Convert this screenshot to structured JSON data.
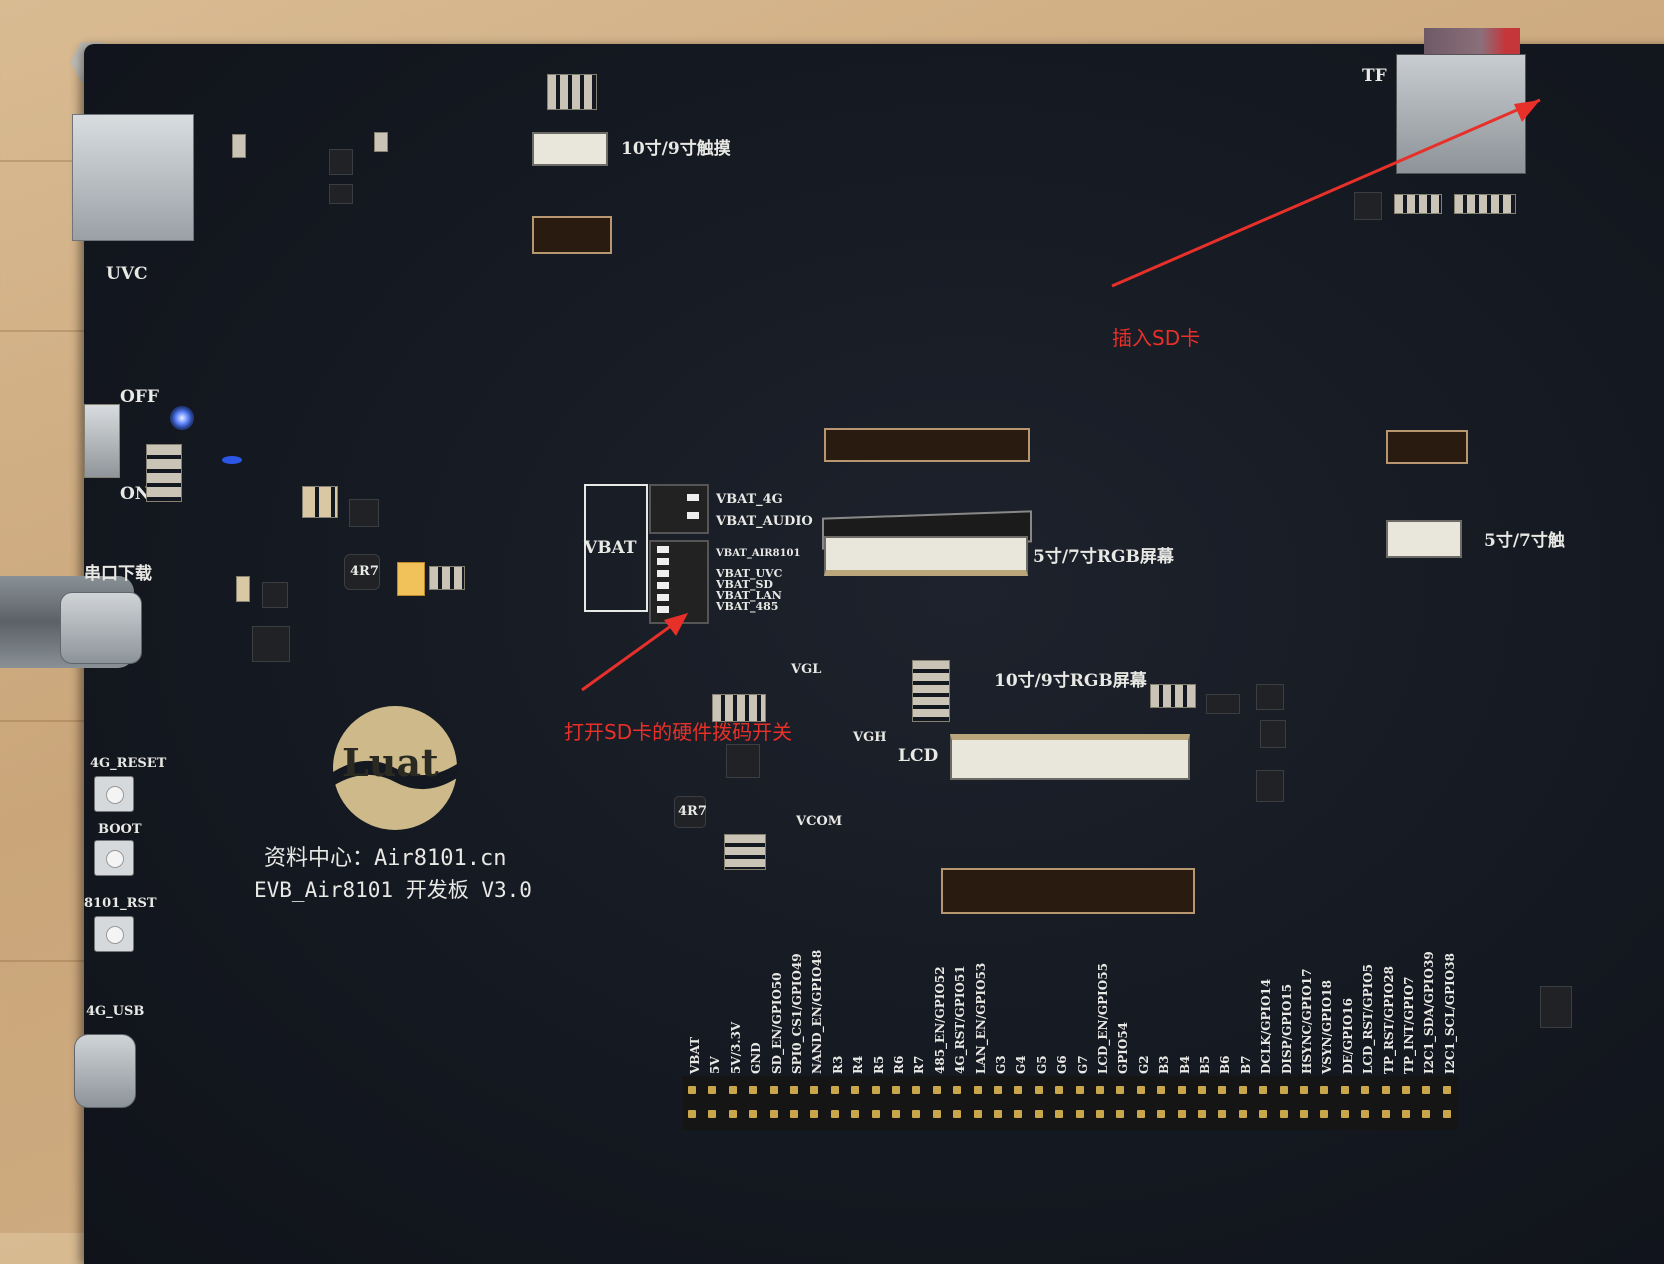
{
  "board": {
    "silkscreen": {
      "uvc": "UVC",
      "touch_10_9": "10寸/9寸触摸",
      "tf": "TF",
      "off": "OFF",
      "on": "ON",
      "serial_download": "串口下载",
      "vbat": "VBAT",
      "vbat_4g": "VBAT_4G",
      "vbat_audio": "VBAT_AUDIO",
      "vbat_air8101": "VBAT_AIR8101",
      "vbat_uvc": "VBAT_UVC",
      "vbat_sd": "VBAT_SD",
      "vbat_lan": "VBAT_LAN",
      "vbat_485": "VBAT_485",
      "rgb_5_7": "5寸/7寸RGB屏幕",
      "touch_5_7": "5寸/7寸触",
      "rgb_10_9": "10寸/9寸RGB屏幕",
      "lcd": "LCD",
      "vgl": "VGL",
      "vgh": "VGH",
      "vcom": "VCOM",
      "ind_4r7_a": "4R7",
      "ind_4r7_b": "4R7",
      "reset_4g": "4G_RESET",
      "boot": "BOOT",
      "rst_8101": "8101_RST",
      "usb_4g": "4G_USB",
      "logo": "Luat",
      "resource_center": "资料中心：Air8101.cn",
      "board_name": "EVB_Air8101 开发板 V3.0"
    },
    "pin_labels": [
      "VBAT",
      "5V",
      "5V/3.3V",
      "GND",
      "SD_EN/GPIO50",
      "SPI0_CS1/GPIO49",
      "NAND_EN/GPIO48",
      "R3",
      "R4",
      "R5",
      "R6",
      "R7",
      "485_EN/GPIO52",
      "4G_RST/GPIO51",
      "LAN_EN/GPIO53",
      "G3",
      "G4",
      "G5",
      "G6",
      "G7",
      "LCD_EN/GPIO55",
      "GPIO54",
      "G2",
      "B3",
      "B4",
      "B5",
      "B6",
      "B7",
      "DCLK/GPIO14",
      "DISP/GPIO15",
      "HSYNC/GPIO17",
      "VSYN/GPIO18",
      "DE/GPIO16",
      "LCD_RST/GPIO5",
      "TP_RST/GPIO28",
      "TP_INT/GPIO7",
      "I2C1_SDA/GPIO39",
      "I2C1_SCL/GPIO38"
    ]
  },
  "annotations": {
    "insert_sd": "插入SD卡",
    "open_sd_switch": "打开SD卡的硬件拨码开关",
    "color": "#e8302a"
  },
  "colors": {
    "pcb": "#141820",
    "silkscreen": "#e8e8e4",
    "gold": "#cdb98a",
    "led_blue": "#3a6bff"
  }
}
